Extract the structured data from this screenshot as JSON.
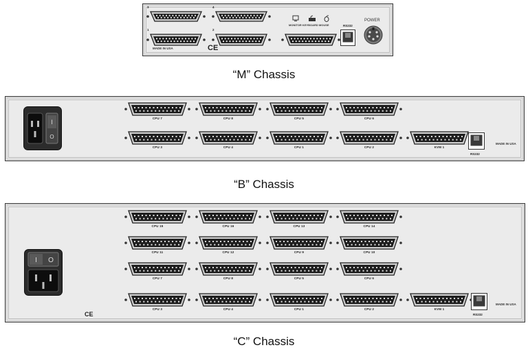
{
  "captions": {
    "m": "“M” Chassis",
    "b": "“B” Chassis",
    "c": "“C” Chassis"
  },
  "m_chassis": {
    "row1": [
      {
        "label": "3"
      },
      {
        "label": "4"
      }
    ],
    "row2": [
      {
        "label": "1"
      },
      {
        "label": "2"
      },
      {
        "label": ""
      }
    ],
    "made_in_usa": "MADE IN USA",
    "device_labels": "MONITOR KEYBOARD MOUSE",
    "rj_label": "RS232",
    "power_label": "POWER",
    "ce_mark": "CE"
  },
  "b_chassis": {
    "row1": [
      {
        "label": "CPU 7"
      },
      {
        "label": "CPU 8"
      },
      {
        "label": "CPU 5"
      },
      {
        "label": "CPU 6"
      }
    ],
    "row2": [
      {
        "label": "CPU 3"
      },
      {
        "label": "CPU 4"
      },
      {
        "label": "CPU 1"
      },
      {
        "label": "CPU 2"
      },
      {
        "label": "KVM 1"
      }
    ],
    "rj_label": "RS232",
    "made_in_usa": "MADE IN USA"
  },
  "c_chassis": {
    "rows": [
      [
        {
          "label": "CPU 15"
        },
        {
          "label": "CPU 16"
        },
        {
          "label": "CPU 13"
        },
        {
          "label": "CPU 14"
        }
      ],
      [
        {
          "label": "CPU 11"
        },
        {
          "label": "CPU 12"
        },
        {
          "label": "CPU 9"
        },
        {
          "label": "CPU 10"
        }
      ],
      [
        {
          "label": "CPU 7"
        },
        {
          "label": "CPU 8"
        },
        {
          "label": "CPU 5"
        },
        {
          "label": "CPU 6"
        }
      ],
      [
        {
          "label": "CPU 3"
        },
        {
          "label": "CPU 4"
        },
        {
          "label": "CPU 1"
        },
        {
          "label": "CPU 2"
        },
        {
          "label": "KVM 1"
        }
      ]
    ],
    "rj_label": "RS232",
    "made_in_usa": "MADE IN USA",
    "ce_mark": "CE",
    "switch_on": "I",
    "switch_off": "O"
  }
}
